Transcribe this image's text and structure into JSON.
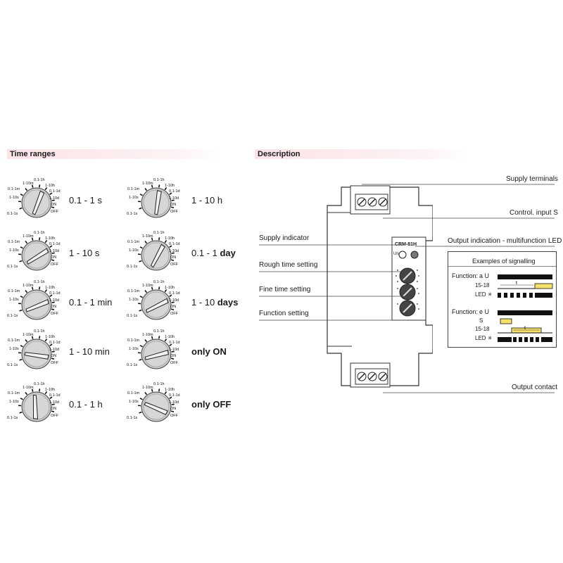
{
  "headers": {
    "time_ranges": "Time ranges",
    "description": "Description"
  },
  "dial_labels": {
    "r_1_10m": "1-10m",
    "r_0_1_1h": "0.1-1h",
    "r_1_10h": "1-10h",
    "r_0_1_1m": "0.1-1m",
    "r_0_1_1d": "0.1-1d",
    "r_1_10s": "1-10s",
    "r_1_10d": "1-10d",
    "on": "ON",
    "off": "OFF",
    "r_0_1_1s": "0.1-1s"
  },
  "time_ranges": [
    {
      "pre": "0.1 - 1 s",
      "bold": ""
    },
    {
      "pre": "1 - 10 h",
      "bold": ""
    },
    {
      "pre": "1 - 10 s",
      "bold": ""
    },
    {
      "pre": "0.1 - 1 ",
      "bold": "day"
    },
    {
      "pre": "0.1 - 1 min",
      "bold": ""
    },
    {
      "pre": "1 - 10 ",
      "bold": "days"
    },
    {
      "pre": "1 - 10 min",
      "bold": ""
    },
    {
      "pre": "",
      "bold": "only ON"
    },
    {
      "pre": "0.1 - 1 h",
      "bold": ""
    },
    {
      "pre": "",
      "bold": "only OFF"
    }
  ],
  "description": {
    "supply_terminals": "Supply terminals",
    "control_input": "Control. input S",
    "supply_indicator": "Supply indicator",
    "rough_time": "Rough time setting",
    "fine_time": "Fine time setting",
    "function_setting": "Function setting",
    "output_indication": "Output indication - multifunction LED",
    "output_contact": "Output contact",
    "device_model": "CRM-81H",
    "un_label": "Un"
  },
  "examples": {
    "title": "Examples of signalling",
    "fn1_label": "Function:",
    "fn1_value": "a U",
    "fn2_label": "Function:",
    "fn2_value": "e U",
    "row_15_18": "15-18",
    "row_led": "LED",
    "row_s": "S",
    "t_label": "t"
  },
  "colors": {
    "header_bg": "#fbe3e6",
    "highlight": "#f5e16a",
    "dial": "#c8c8c8"
  }
}
